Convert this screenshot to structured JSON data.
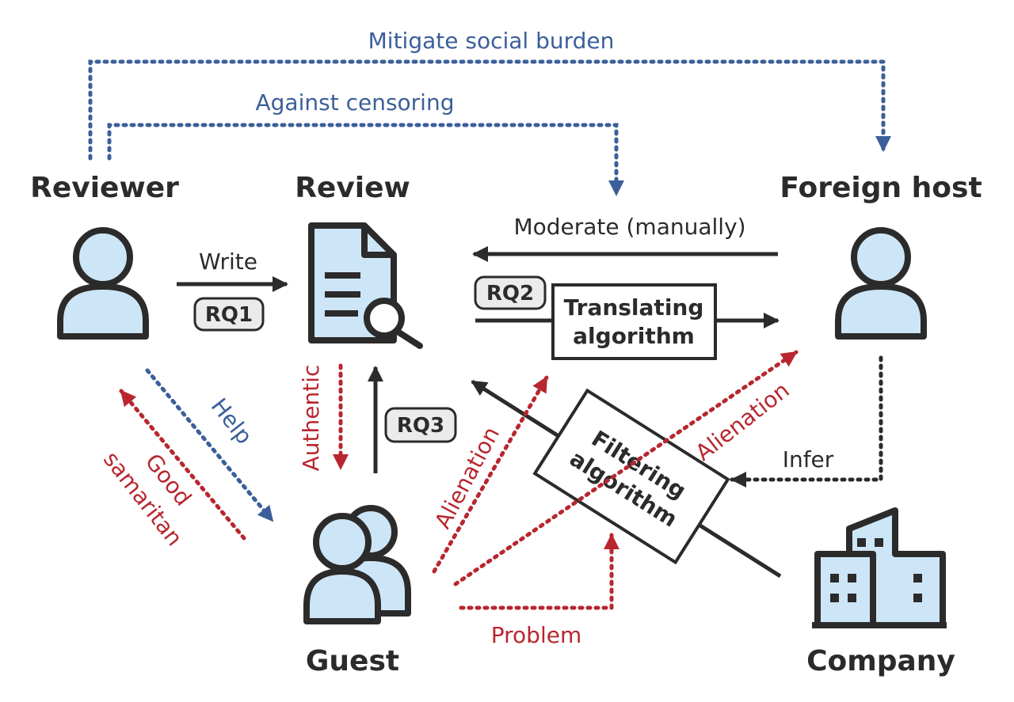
{
  "nodes": {
    "reviewer": "Reviewer",
    "review": "Review",
    "foreign_host": "Foreign host",
    "guest": "Guest",
    "company": "Company"
  },
  "boxes": {
    "translating": [
      "Translating",
      "algorithm"
    ],
    "filtering": [
      "Filtering",
      "algorithm"
    ]
  },
  "research_questions": [
    "RQ1",
    "RQ2",
    "RQ3"
  ],
  "edges": {
    "mitigate": "Mitigate social burden",
    "against": "Against censoring",
    "write": "Write",
    "moderate": "Moderate (manually)",
    "help": "Help",
    "good": "Good",
    "samaritan": "samaritan",
    "authentic": "Authentic",
    "alienation_left": "Alienation",
    "alienation_right": "Alienation",
    "infer": "Infer",
    "problem": "Problem"
  },
  "colors": {
    "blue": "#3b5f9a",
    "red": "#b8272f",
    "dark": "#2b2b2b",
    "icon_fill": "#cde6f7"
  }
}
